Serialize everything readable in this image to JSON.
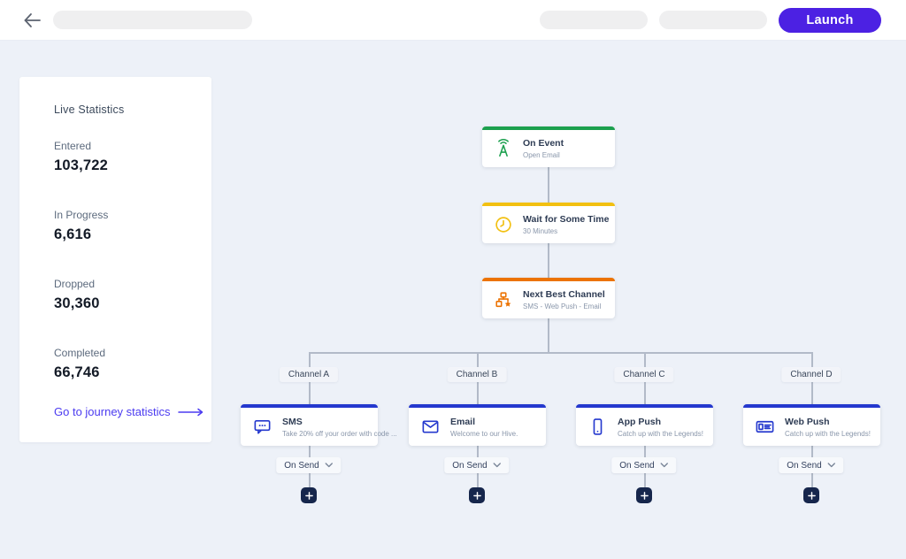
{
  "topbar": {
    "back_icon": "arrow-left-icon",
    "launch_label": "Launch"
  },
  "stats": {
    "title": "Live Statistics",
    "items": [
      {
        "label": "Entered",
        "value": "103,722"
      },
      {
        "label": "In Progress",
        "value": "6,616"
      },
      {
        "label": "Dropped",
        "value": "30,360"
      },
      {
        "label": "Completed",
        "value": "66,746"
      }
    ],
    "link_label": "Go to journey statistics",
    "link_icon": "arrow-right-icon"
  },
  "flow": {
    "nodes": [
      {
        "title": "On Event",
        "subtitle": "Open Email",
        "accent": "#1CA04E",
        "icon": "broadcast-antenna-icon"
      },
      {
        "title": "Wait for Some Time",
        "subtitle": "30 Minutes",
        "accent": "#F2C011",
        "icon": "clock-icon"
      },
      {
        "title": "Next Best Channel",
        "subtitle": "SMS - Web Push - Email",
        "accent": "#EC7303",
        "icon": "sitemap-star-icon"
      }
    ],
    "branches": [
      {
        "label": "Channel A",
        "title": "SMS",
        "subtitle": "Take 20% off your order with code ...",
        "icon": "sms-bubble-icon",
        "action": "On Send"
      },
      {
        "label": "Channel B",
        "title": "Email",
        "subtitle": "Welcome to our Hive.",
        "icon": "envelope-icon",
        "action": "On Send"
      },
      {
        "label": "Channel C",
        "title": "App Push",
        "subtitle": "Catch up with the Legends!",
        "icon": "smartphone-icon",
        "action": "On Send"
      },
      {
        "label": "Channel D",
        "title": "Web Push",
        "subtitle": "Catch up with the Legends!",
        "icon": "web-push-icon",
        "action": "On Send"
      }
    ],
    "add_label": "+",
    "branch_accent": "#2438CE",
    "connector_color": "#B2BAC8"
  },
  "colors": {
    "launch_button": "#4C21E3",
    "link": "#4B3BF0",
    "canvas_bg": "#EDF1F8",
    "topbar_bg": "#FFFFFF",
    "plus_button": "#16264C"
  }
}
